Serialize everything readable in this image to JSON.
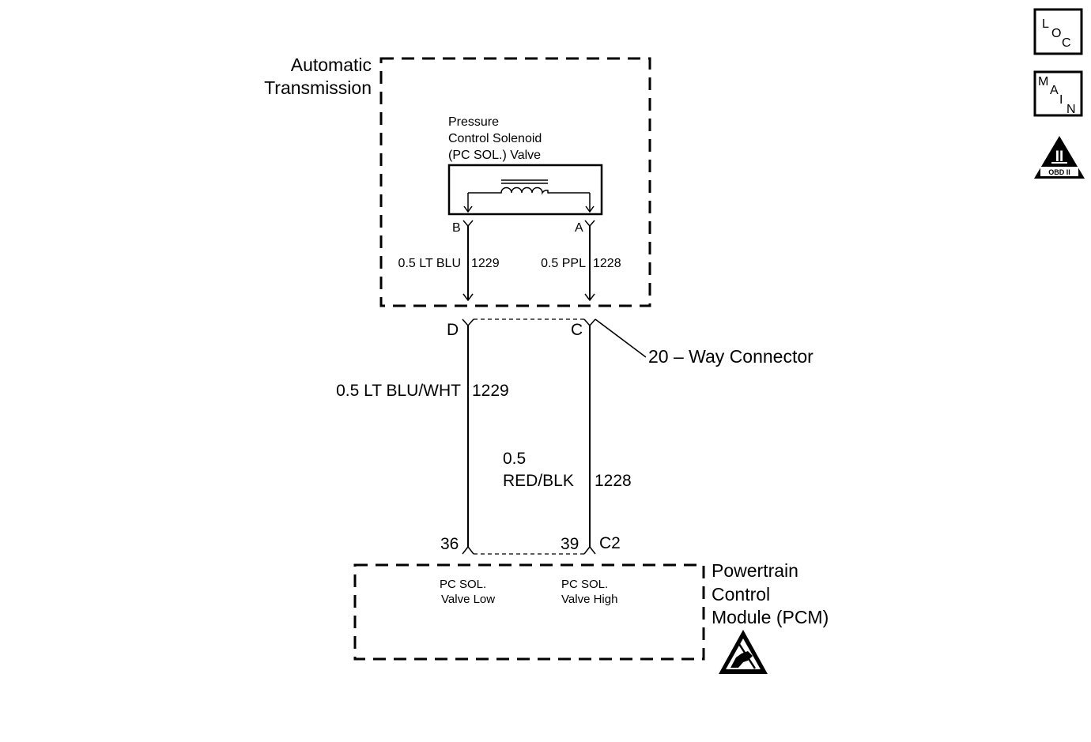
{
  "transmission": {
    "label_line1": "Automatic",
    "label_line2": "Transmission"
  },
  "solenoid": {
    "label_line1": "Pressure",
    "label_line2": "Control Solenoid",
    "label_line3": "(PC SOL.) Valve",
    "pin_b": "B",
    "pin_a": "A"
  },
  "inner_wires": {
    "left_color": "0.5 LT BLU",
    "left_circuit": "1229",
    "right_color": "0.5 PPL",
    "right_circuit": "1228"
  },
  "connector": {
    "pin_d": "D",
    "pin_c": "C",
    "label": "20 – Way Connector"
  },
  "outer_wires": {
    "left_color": "0.5 LT BLU/WHT",
    "left_circuit": "1229",
    "right_gauge": "0.5",
    "right_color": "RED/BLK",
    "right_circuit": "1228"
  },
  "pcm": {
    "pin_left": "36",
    "pin_right": "39",
    "connector_id": "C2",
    "label_line1": "Powertrain",
    "label_line2": "Control",
    "label_line3": "Module (PCM)",
    "term_low_line1": "PC SOL.",
    "term_low_line2": "Valve Low",
    "term_high_line1": "PC SOL.",
    "term_high_line2": "Valve High"
  },
  "icons": {
    "loc_letters": [
      "L",
      "O",
      "C"
    ],
    "main_letters": [
      "M",
      "A",
      "I",
      "N"
    ],
    "obd_numeral": "II",
    "obd_text": "OBD II"
  }
}
